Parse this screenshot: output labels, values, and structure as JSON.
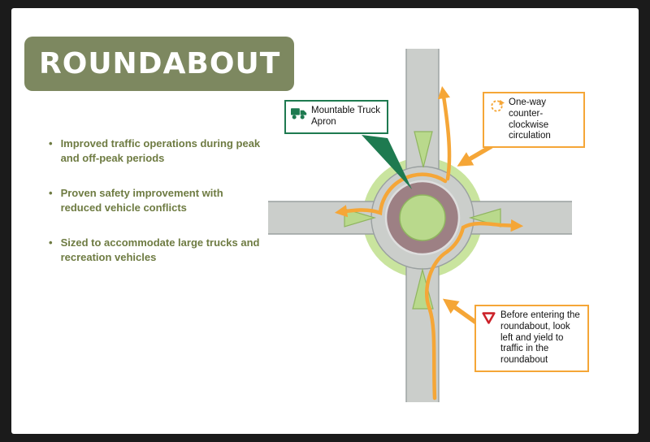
{
  "window": {
    "frame_bg": "#1b1b1b",
    "slide_bg": "#ffffff"
  },
  "header": {
    "title": "ROUNDABOUT",
    "bg": "#7d8860",
    "text_color": "#ffffff"
  },
  "bullets": {
    "marker": "•",
    "color": "#6e7b42",
    "items": [
      "Improved traffic operations during peak and off-peak periods",
      "Proven safety improvement with reduced vehicle conflicts",
      "Sized to accommodate large trucks and recreation vehicles"
    ]
  },
  "callouts": {
    "truck_apron": {
      "label": "Mountable Truck Apron",
      "accent": "#1e7a50"
    },
    "one_way": {
      "label": "One-way counter-clockwise circulation",
      "accent": "#f5a637"
    },
    "yield": {
      "label": "Before entering the roundabout, look left and yield to traffic in the roundabout",
      "accent": "#f5a637",
      "sign_color": "#cc2229"
    }
  },
  "diagram": {
    "colors": {
      "road": "#cbcecb",
      "road_edge": "#9aa0a0",
      "grass": "#c9e49e",
      "apron": "#9d8084",
      "apron_edge": "#dedede",
      "island": "#b9d98c",
      "island_edge": "#8fb55f",
      "arrow": "#f5a637",
      "pointer": "#1e7a50"
    }
  }
}
